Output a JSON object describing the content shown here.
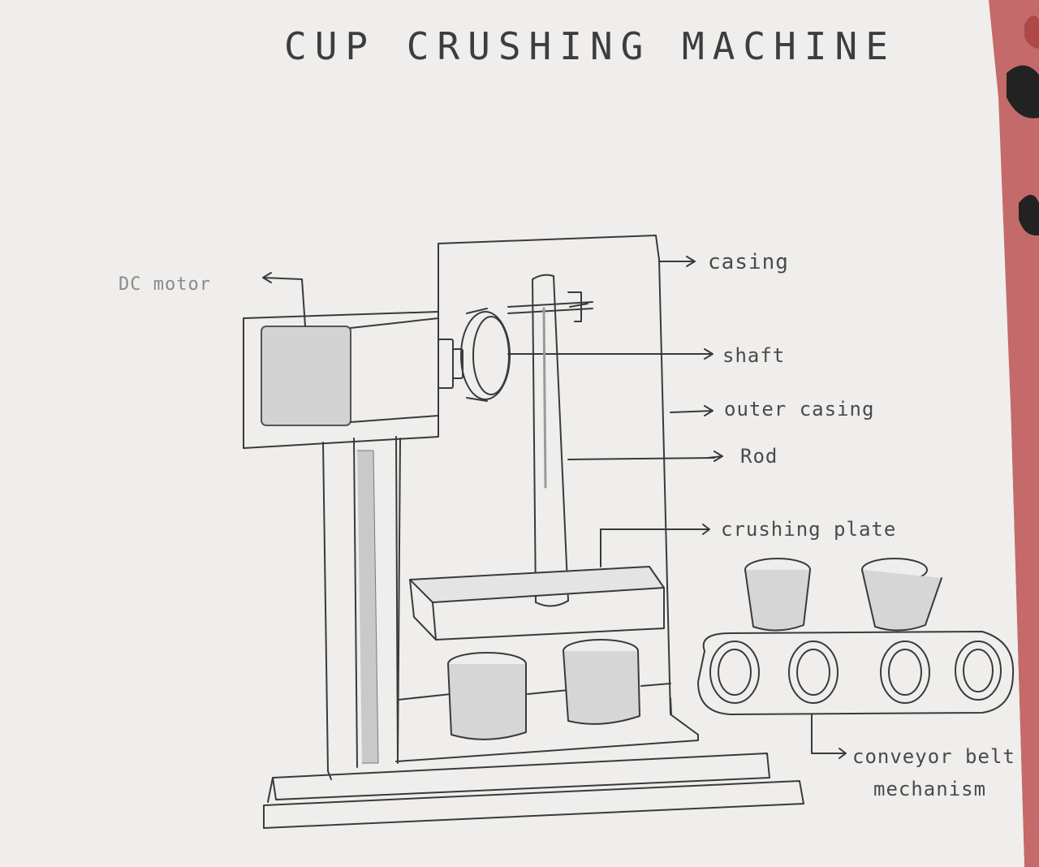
{
  "diagram": {
    "title": "CUP CRUSHING MACHINE",
    "labels": {
      "dc_motor": "DC motor",
      "casing": "casing",
      "shaft": "shaft",
      "outer_casing": "outer casing",
      "rod": "Rod",
      "crushing_plate": "crushing plate",
      "conveyor_line1": "conveyor belt",
      "conveyor_line2": "mechanism"
    }
  },
  "colors": {
    "paper": "#f2f1ef",
    "pencil": "#3a3a3a",
    "shading": "#bdbdbd",
    "fabric": "#c46a6a"
  }
}
